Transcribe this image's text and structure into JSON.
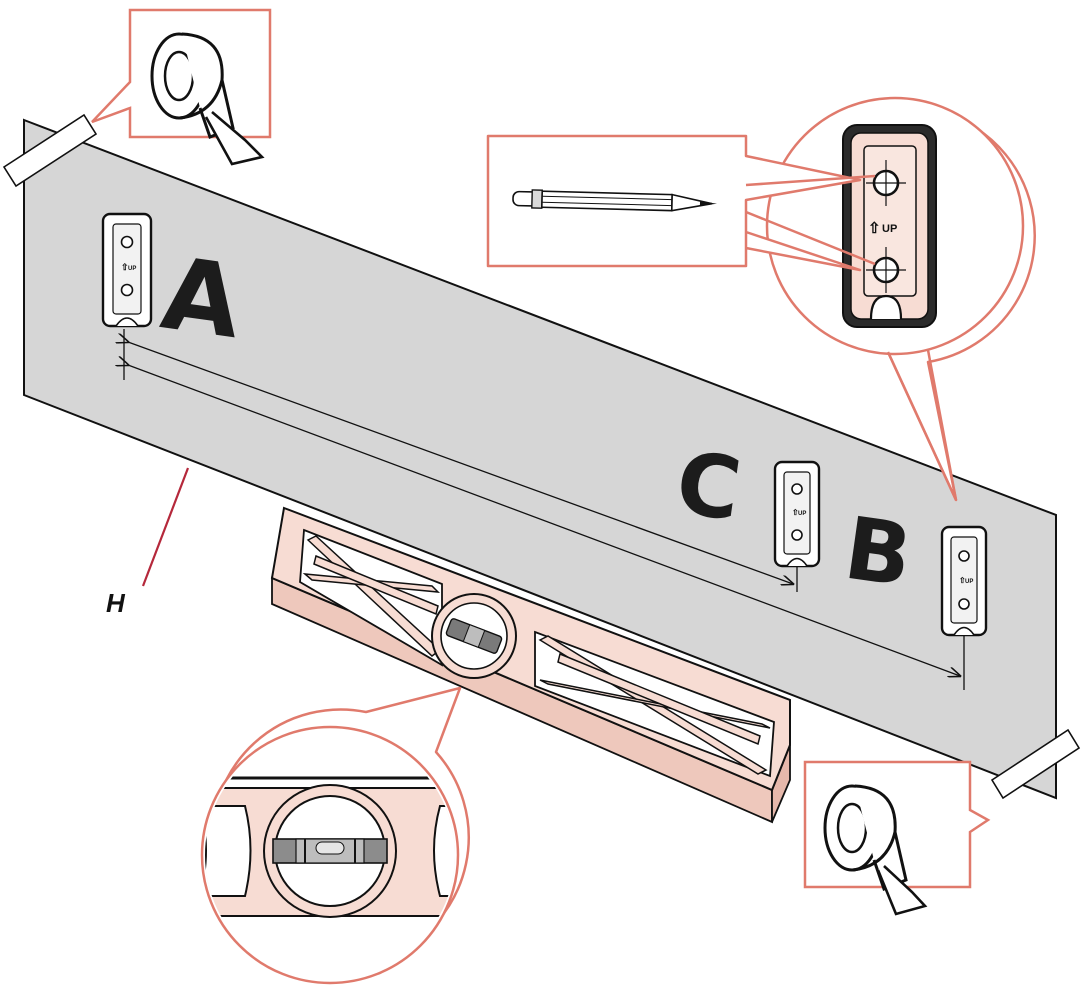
{
  "labels": {
    "a": "A",
    "b": "B",
    "c": "C",
    "h": "H"
  },
  "bracket": {
    "direction_text": "UP",
    "arrow_glyph": "⇧"
  },
  "colors": {
    "callout": "#e07a6c",
    "level_fill": "#f7dcd3",
    "panel": "#d6d6d6",
    "leader_h": "#b5283b",
    "ink": "#111111"
  },
  "icons": [
    "tape-roll-icon",
    "pencil-icon",
    "spirit-level-icon",
    "bubble-vial-icon",
    "mounting-bracket-icon"
  ]
}
